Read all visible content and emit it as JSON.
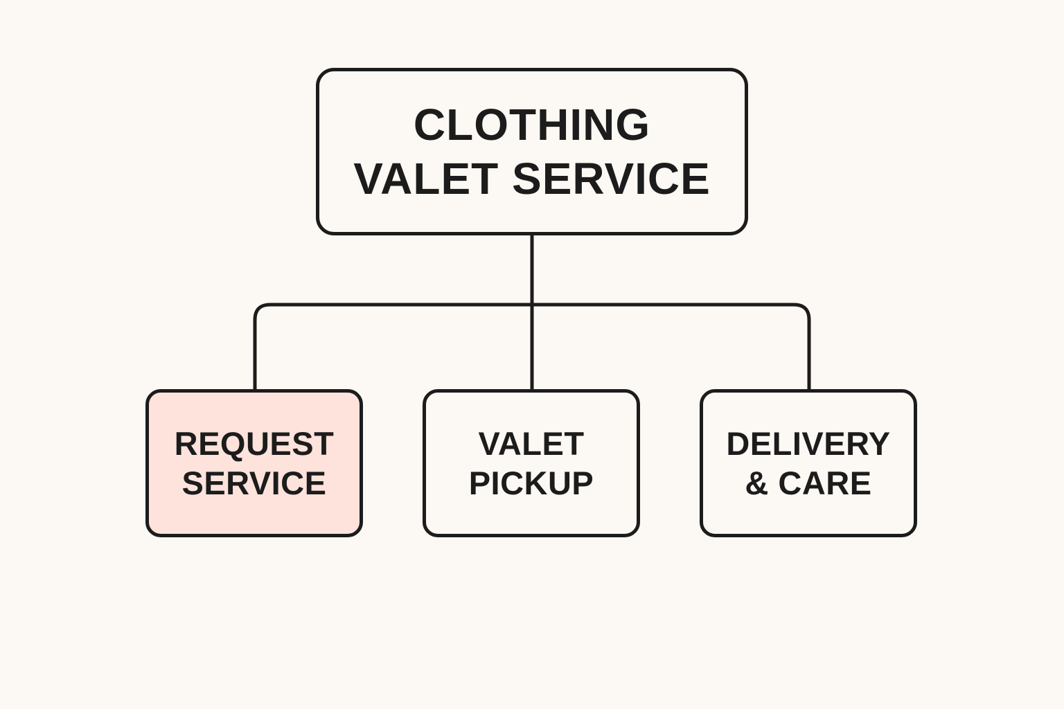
{
  "colors": {
    "background": "#fcf8f3",
    "stroke": "#1c1c1c",
    "text": "#1c1c1c",
    "node_fill": "#fcf8f3",
    "highlight_fill": "#fde3dc"
  },
  "root": {
    "label": "CLOTHING\nVALET SERVICE"
  },
  "children": [
    {
      "label": "REQUEST\nSERVICE",
      "highlighted": true
    },
    {
      "label": "VALET\nPICKUP",
      "highlighted": false
    },
    {
      "label": "DELIVERY\n& CARE",
      "highlighted": false
    }
  ]
}
